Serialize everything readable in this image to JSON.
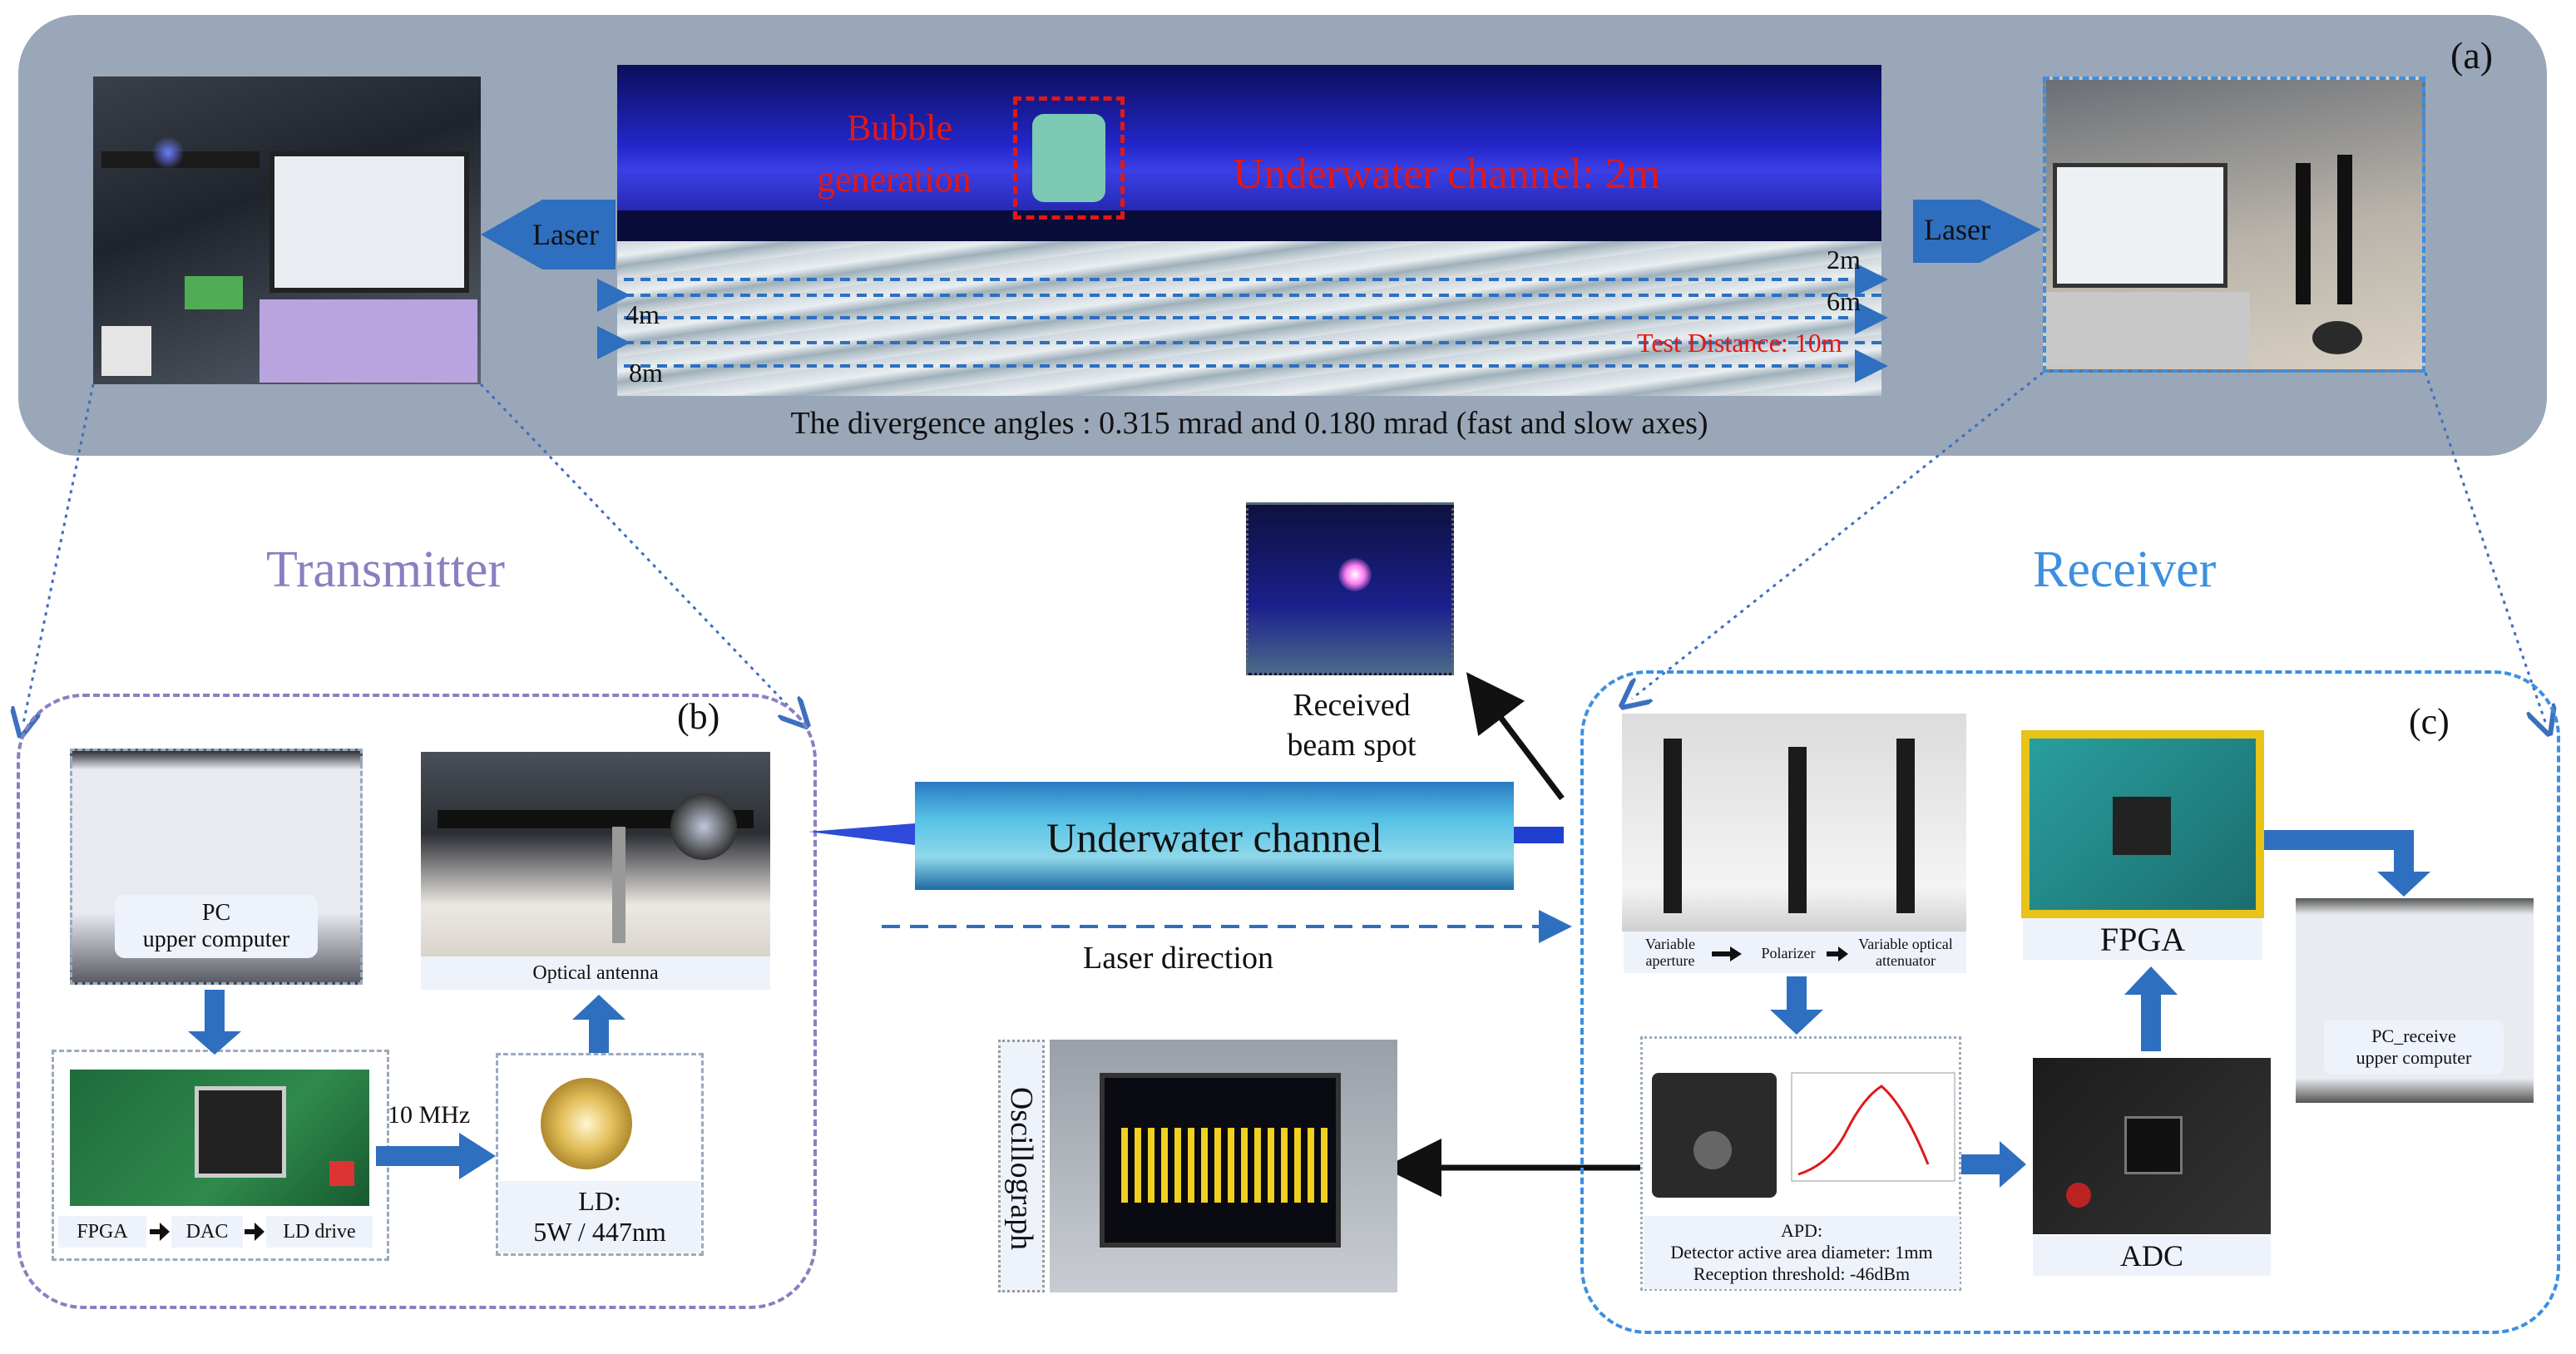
{
  "panel_a": {
    "label": "(a)",
    "bubble_label_line1": "Bubble",
    "bubble_label_line2": "generation",
    "channel_label": "Underwater channel: 2m",
    "laser_left": "Laser",
    "laser_right": "Laser",
    "distances": {
      "d2": "2m",
      "d4": "4m",
      "d6": "6m",
      "d8": "8m"
    },
    "test_distance": "Test Distance: 10m",
    "divergence": "The divergence angles : 0.315 mrad and 0.180 mrad (fast and slow axes)"
  },
  "transmitter_title": "Transmitter",
  "receiver_title": "Receiver",
  "panel_b": {
    "label": "(b)",
    "pc_line1": "PC",
    "pc_line2": "upper computer",
    "optical_antenna": "Optical antenna",
    "fpga": "FPGA",
    "dac": "DAC",
    "ld_drive": "LD drive",
    "freq": "10 MHz",
    "ld_line1": "LD:",
    "ld_line2": "5W / 447nm"
  },
  "middle": {
    "received_line1": "Received",
    "received_line2": "beam spot",
    "underwater_channel": "Underwater channel",
    "laser_direction": "Laser direction",
    "oscillograph": "Oscillograph"
  },
  "panel_c": {
    "label": "(c)",
    "var_aperture_1": "Variable",
    "var_aperture_2": "aperture",
    "polarizer": "Polarizer",
    "attenuator_1": "Variable optical",
    "attenuator_2": "attenuator",
    "fpga": "FPGA",
    "pc_receive_1": "PC_receive",
    "pc_receive_2": "upper computer",
    "apd_1": "APD:",
    "apd_2": "Detector active area diameter: 1mm",
    "apd_3": "Reception threshold: -46dBm",
    "adc": "ADC"
  },
  "colors": {
    "top_panel": "#9aa7b8",
    "blue_arrow": "#2e6fbf",
    "transmitter": "#8a7fc0",
    "receiver": "#3d8fe0",
    "red_label": "#e01818"
  }
}
